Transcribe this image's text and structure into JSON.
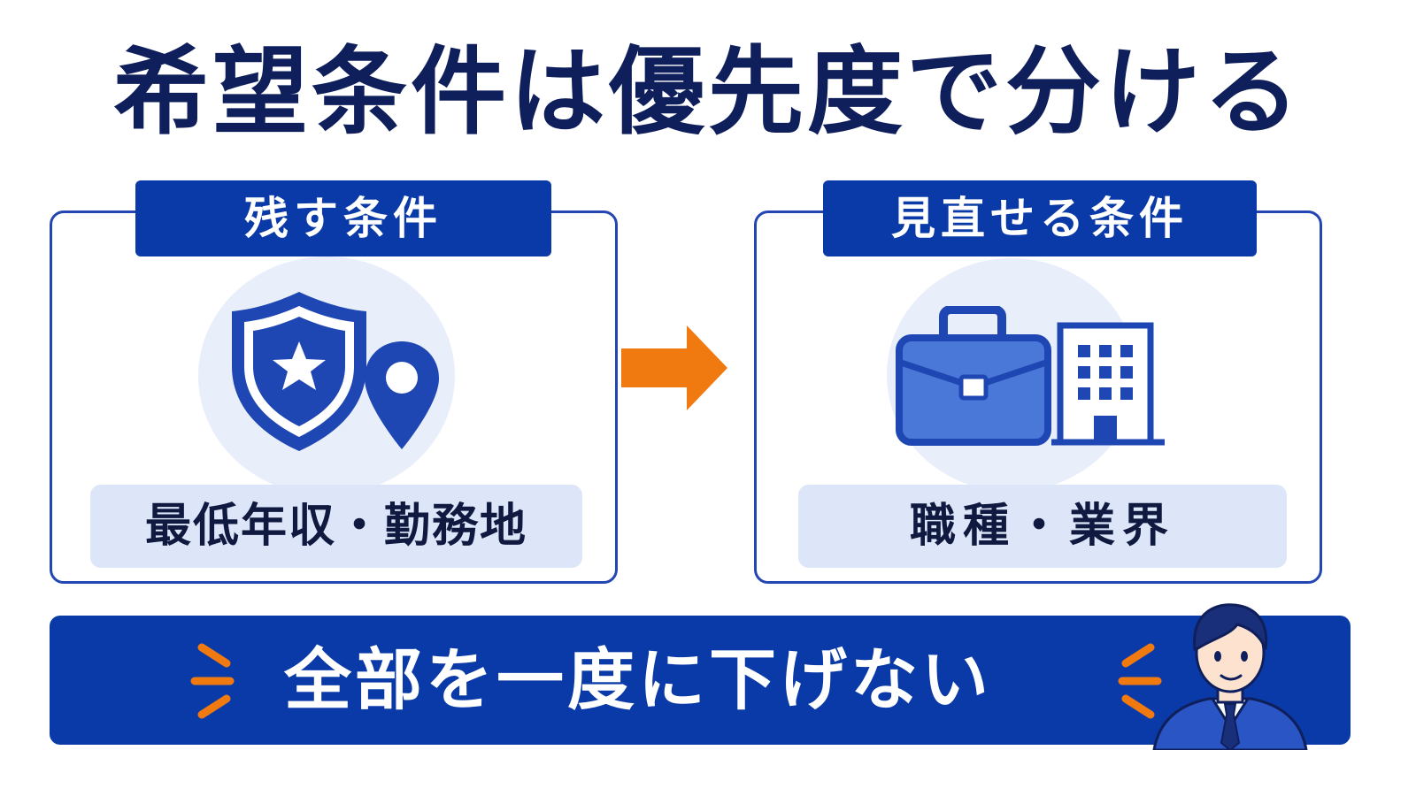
{
  "title": "希望条件は優先度で分ける",
  "left_panel": {
    "tab_label": "残す条件",
    "conditions": "最低年収・勤務地",
    "icons": [
      "shield-star-icon",
      "location-pin-icon"
    ]
  },
  "right_panel": {
    "tab_label": "見直せる条件",
    "conditions": "職種・業界",
    "icons": [
      "briefcase-icon",
      "office-building-icon"
    ]
  },
  "banner": {
    "text": "全部を一度に下げない"
  },
  "colors": {
    "navy": "#0f1f5c",
    "brand_blue": "#0a3aa8",
    "icon_blue": "#1f47b3",
    "accent_orange": "#f07a10",
    "label_bg": "#dde6f8"
  }
}
